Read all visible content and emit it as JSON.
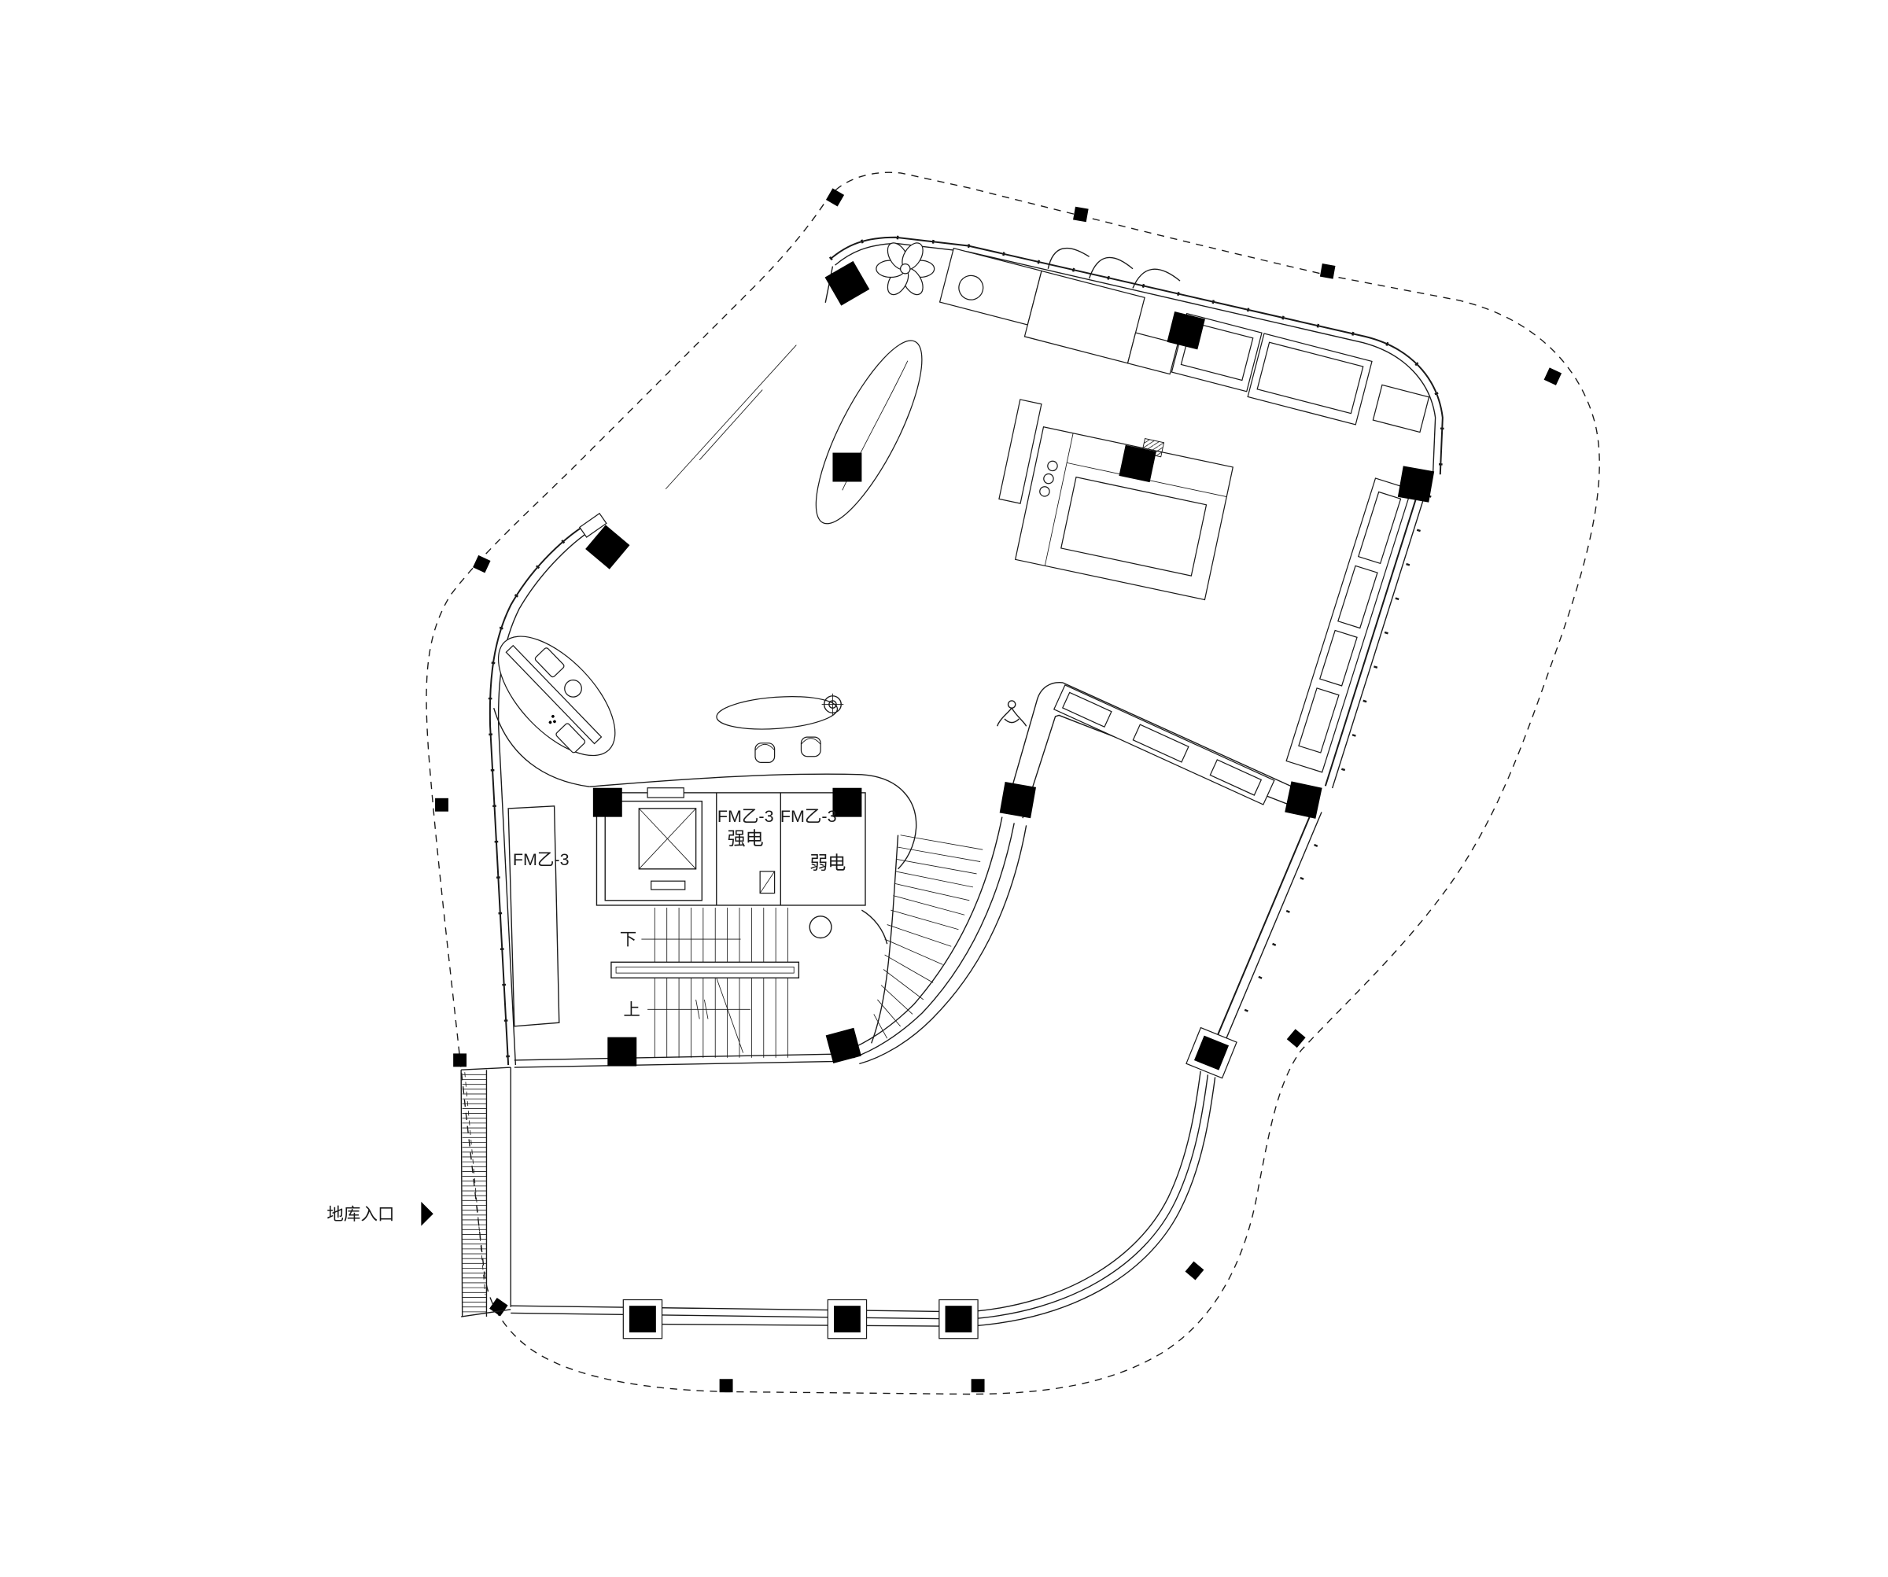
{
  "labels": {
    "fire_door_left": "FM乙-3",
    "fire_door_strong": "FM乙-3",
    "strong_electric": "强电",
    "fire_door_weak": "FM乙-3",
    "weak_electric": "弱电",
    "stair_down": "下",
    "stair_up": "上",
    "basement_entrance": "地库入口"
  },
  "icons": {
    "entrance_marker": "triangle-right-icon"
  },
  "colors": {
    "line": "#1a1a1a",
    "fill": "#000000",
    "background": "#ffffff"
  }
}
